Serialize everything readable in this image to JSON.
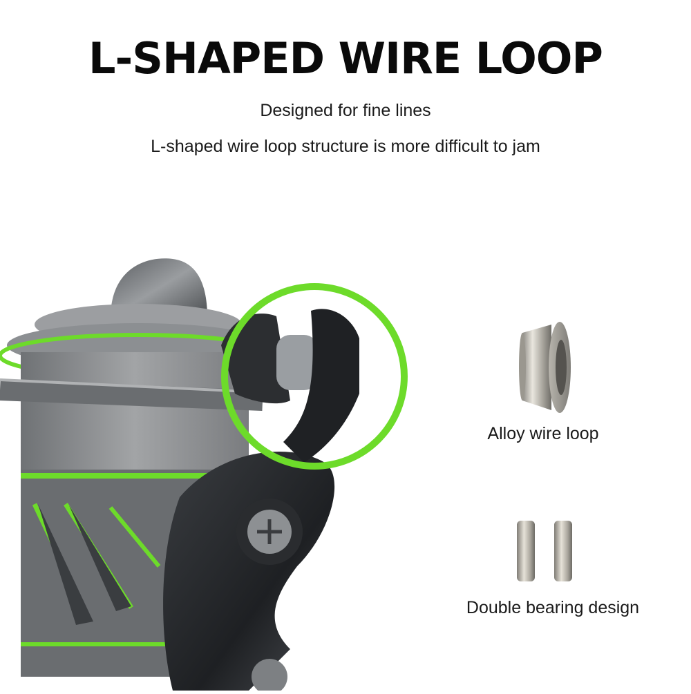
{
  "header": {
    "title": "L-SHAPED WIRE LOOP",
    "subtitle_line1": "Designed for fine lines",
    "subtitle_line2": "L-shaped wire loop structure is more difficult to jam"
  },
  "parts": [
    {
      "label": "Alloy wire loop",
      "icon": "alloy-wire-loop-icon"
    },
    {
      "label": "Double bearing design",
      "icon": "bearing-pair-icon"
    }
  ],
  "colors": {
    "accent_green": "#6ddb2a",
    "reel_body": "#8a8c8e",
    "reel_dark": "#2b2d30",
    "metal": "#c9c6bf"
  }
}
